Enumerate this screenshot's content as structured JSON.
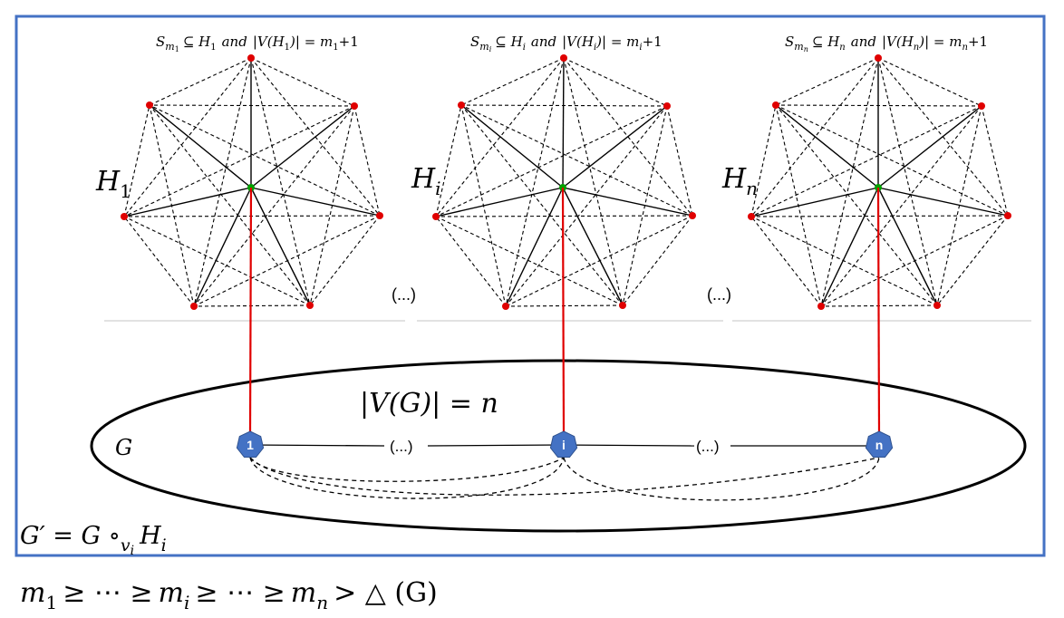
{
  "clusters": [
    {
      "id": "h1",
      "label_base": "H",
      "label_sub": "1",
      "caption": {
        "s": "S",
        "s_sub": "m",
        "s_subsub": "1",
        "mid": "⊆ H",
        "mid_sub": "1",
        "and": "and",
        "v": "|V(H",
        "v_sub": "1",
        "v_end": ")| = m",
        "m_sub": "1",
        "plus": "+1"
      }
    },
    {
      "id": "hi",
      "label_base": "H",
      "label_sub": "i",
      "caption": {
        "s": "S",
        "s_sub": "m",
        "s_subsub": "i",
        "mid": "⊆ H",
        "mid_sub": "i",
        "and": "and",
        "v": "|V(H",
        "v_sub": "i",
        "v_end": ")| = m",
        "m_sub": "i",
        "plus": "+1"
      }
    },
    {
      "id": "hn",
      "label_base": "H",
      "label_sub": "n",
      "caption": {
        "s": "S",
        "s_sub": "m",
        "s_subsub": "n",
        "mid": "⊆ H",
        "mid_sub": "n",
        "and": "and",
        "v": "|V(H",
        "v_sub": "n",
        "v_end": ")| = m",
        "m_sub": "n",
        "plus": "+1"
      }
    }
  ],
  "ellipsis": "(...)",
  "graph": {
    "label": "G",
    "order_label": "|V(G)| = n",
    "nodes": [
      {
        "id": "v1",
        "label": "1"
      },
      {
        "id": "vi",
        "label": "i"
      },
      {
        "id": "vn",
        "label": "n"
      }
    ],
    "node_color": "#4472c4"
  },
  "composition": {
    "lhs": "G′ = G ∘",
    "sub": "v",
    "subsub": "i",
    "rhs": "H",
    "rhs_sub": "i"
  },
  "inequality": {
    "m1": "m",
    "m1_sub": "1",
    "geq1": "≥ ⋯ ≥",
    "mi": "m",
    "mi_sub": "i",
    "geq2": "≥ ⋯ ≥",
    "mn": "m",
    "mn_sub": "n",
    "tail": "> △ (G)"
  },
  "colors": {
    "frame": "#4472c4",
    "outer_vertex": "#e00000",
    "center_vertex": "#00a000",
    "pendant_edge": "#e00000",
    "separator": "#d9d9d9"
  }
}
